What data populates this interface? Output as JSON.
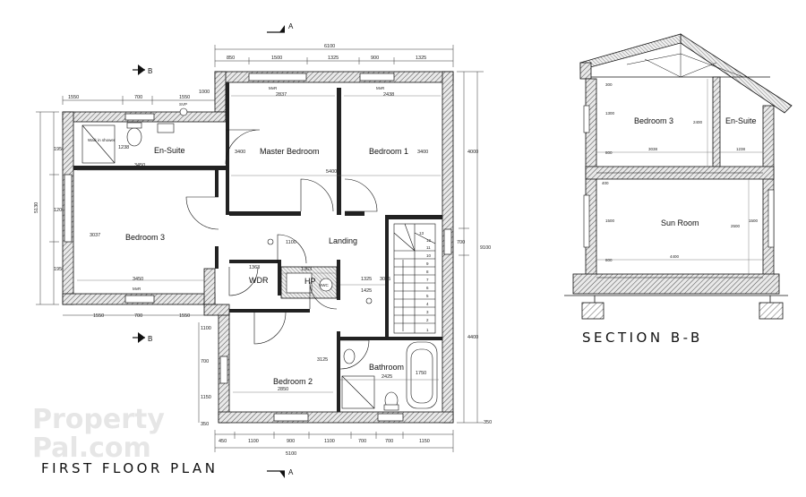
{
  "watermark": {
    "line1": "Property",
    "line2": "Pal.com"
  },
  "plan_title": "FIRST FLOOR PLAN",
  "section_title": "SECTION B-B",
  "section_marks": {
    "a": "A",
    "b": "B"
  },
  "rooms": {
    "master_bedroom": "Master Bedroom",
    "bedroom_1": "Bedroom 1",
    "bedroom_3": "Bedroom 3",
    "en_suite": "En-Suite",
    "landing": "Landing",
    "wdr": "WDR",
    "hp": "HP",
    "bedroom_2": "Bedroom 2",
    "bathroom": "Bathroom"
  },
  "section_rooms": {
    "bedroom_3": "Bedroom 3",
    "en_suite": "En-Suite",
    "sun_room": "Sun Room"
  },
  "fixtures": {
    "walk_in_shower": "Walk in shower",
    "svp": "SVP",
    "mvr": "MvR",
    "hwc": "HWC"
  },
  "dims": {
    "top_overall": "6100",
    "top_row": [
      "850",
      "1500",
      "1325",
      "900",
      "1325"
    ],
    "master_width": "2837",
    "bed1_width": "2438",
    "master_height": "3400",
    "bed1_height": "3400",
    "upper_span": "5400",
    "ensuite_row": [
      "1550",
      "700",
      "1550"
    ],
    "ensuite_gap": "1000",
    "ensuite_depth": "1238",
    "ensuite_width": "3450",
    "left_overall": "5130",
    "left_row": [
      "1950",
      "1200",
      "1950"
    ],
    "bed3_height": "3037",
    "bed3_width": "3450",
    "bed3_bottom": [
      "1550",
      "700",
      "1550"
    ],
    "landing_small": "1100",
    "wdr_width": "1363",
    "hp_width": "1363",
    "landing_width": "1325",
    "landing_span": "1425",
    "stair_len": "3025",
    "right_overall": "9100",
    "right_upper": "4000",
    "right_window": "700",
    "right_lower": "4400",
    "bed2_left": [
      "1100",
      "700",
      "1150",
      "350"
    ],
    "bed2_height": "3125",
    "bed2_width": "2850",
    "bath_width": "2425",
    "bath_tub": "1750",
    "bottom_row": [
      "450",
      "1100",
      "900",
      "1100",
      "700",
      "700",
      "1150"
    ],
    "bottom_overall": "5100",
    "bottom_gap": "350",
    "stair_steps": [
      "1",
      "2",
      "3",
      "4",
      "5",
      "6",
      "7",
      "8",
      "9",
      "10",
      "11",
      "12",
      "13"
    ]
  },
  "section_dims": {
    "wall_top": "300",
    "bed3_h": "1300",
    "bed3_total": "2400",
    "bed3_w": "3038",
    "ensuite_w": "1238",
    "floor_gap": "800",
    "ground_top": "400",
    "sun_w1": "1500",
    "sun_w2": "1500",
    "sun_h": "2500",
    "sun_sill": "800",
    "sun_width": "4400"
  }
}
